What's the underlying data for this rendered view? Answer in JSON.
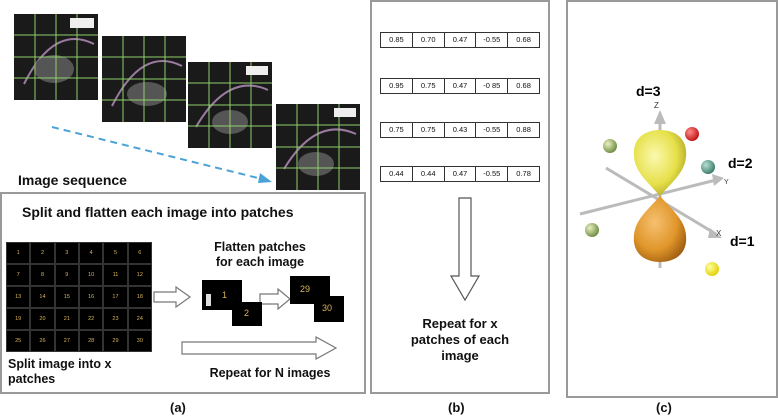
{
  "panel_a": {
    "image_sequence_label": "Image sequence",
    "split_heading": "Split and flatten each image into patches",
    "patch_numbers": [
      "1",
      "2",
      "3",
      "4",
      "5",
      "6",
      "7",
      "8",
      "9",
      "10",
      "11",
      "12",
      "13",
      "14",
      "15",
      "16",
      "17",
      "18",
      "19",
      "20",
      "21",
      "22",
      "23",
      "24",
      "25",
      "26",
      "27",
      "28",
      "29",
      "30"
    ],
    "flatten_label": "Flatten patches\nfor each image",
    "flat_patch_a": "1",
    "flat_patch_b": "2",
    "flat_patch_c": "29",
    "flat_patch_d": "30",
    "split_caption": "Split image into x\npatches",
    "repeat_images_label": "Repeat for N images",
    "caption": "(a)"
  },
  "panel_b": {
    "rows": [
      [
        "0.85",
        "0.70",
        "0.47",
        "-0.55",
        "0.68"
      ],
      [
        "0.95",
        "0.75",
        "0.47",
        "-0 85",
        "0.68"
      ],
      [
        "0.75",
        "0.75",
        "0.43",
        "-0.55",
        "0.88"
      ],
      [
        "0.44",
        "0.44",
        "0.47",
        "-0.55",
        "0.78"
      ]
    ],
    "repeat_label": "Repeat for x\npatches of each\nimage",
    "caption": "(b)"
  },
  "panel_c": {
    "d3": "d=3",
    "d2": "d=2",
    "d1": "d=1",
    "axis_z": "Z",
    "axis_y": "Y",
    "axis_x": "X",
    "caption": "(c)"
  },
  "colors": {
    "arrow_dash": "#4aa3d6",
    "lobe_top": "#e6e04a",
    "lobe_bottom": "#e0962a",
    "grid_line": "#8fcf6a"
  }
}
